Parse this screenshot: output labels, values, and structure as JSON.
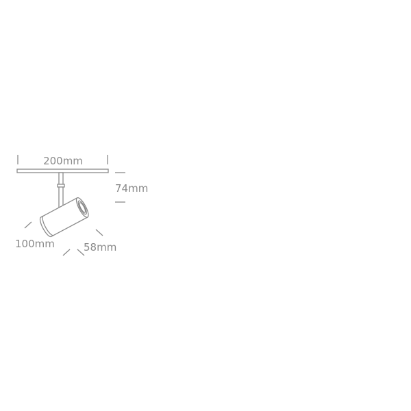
{
  "dimensions": {
    "width": "200mm",
    "height": "74mm",
    "length": "100mm",
    "diameter": "58mm"
  },
  "colors": {
    "line": "#8a8a8a",
    "fill": "#ffffff"
  }
}
